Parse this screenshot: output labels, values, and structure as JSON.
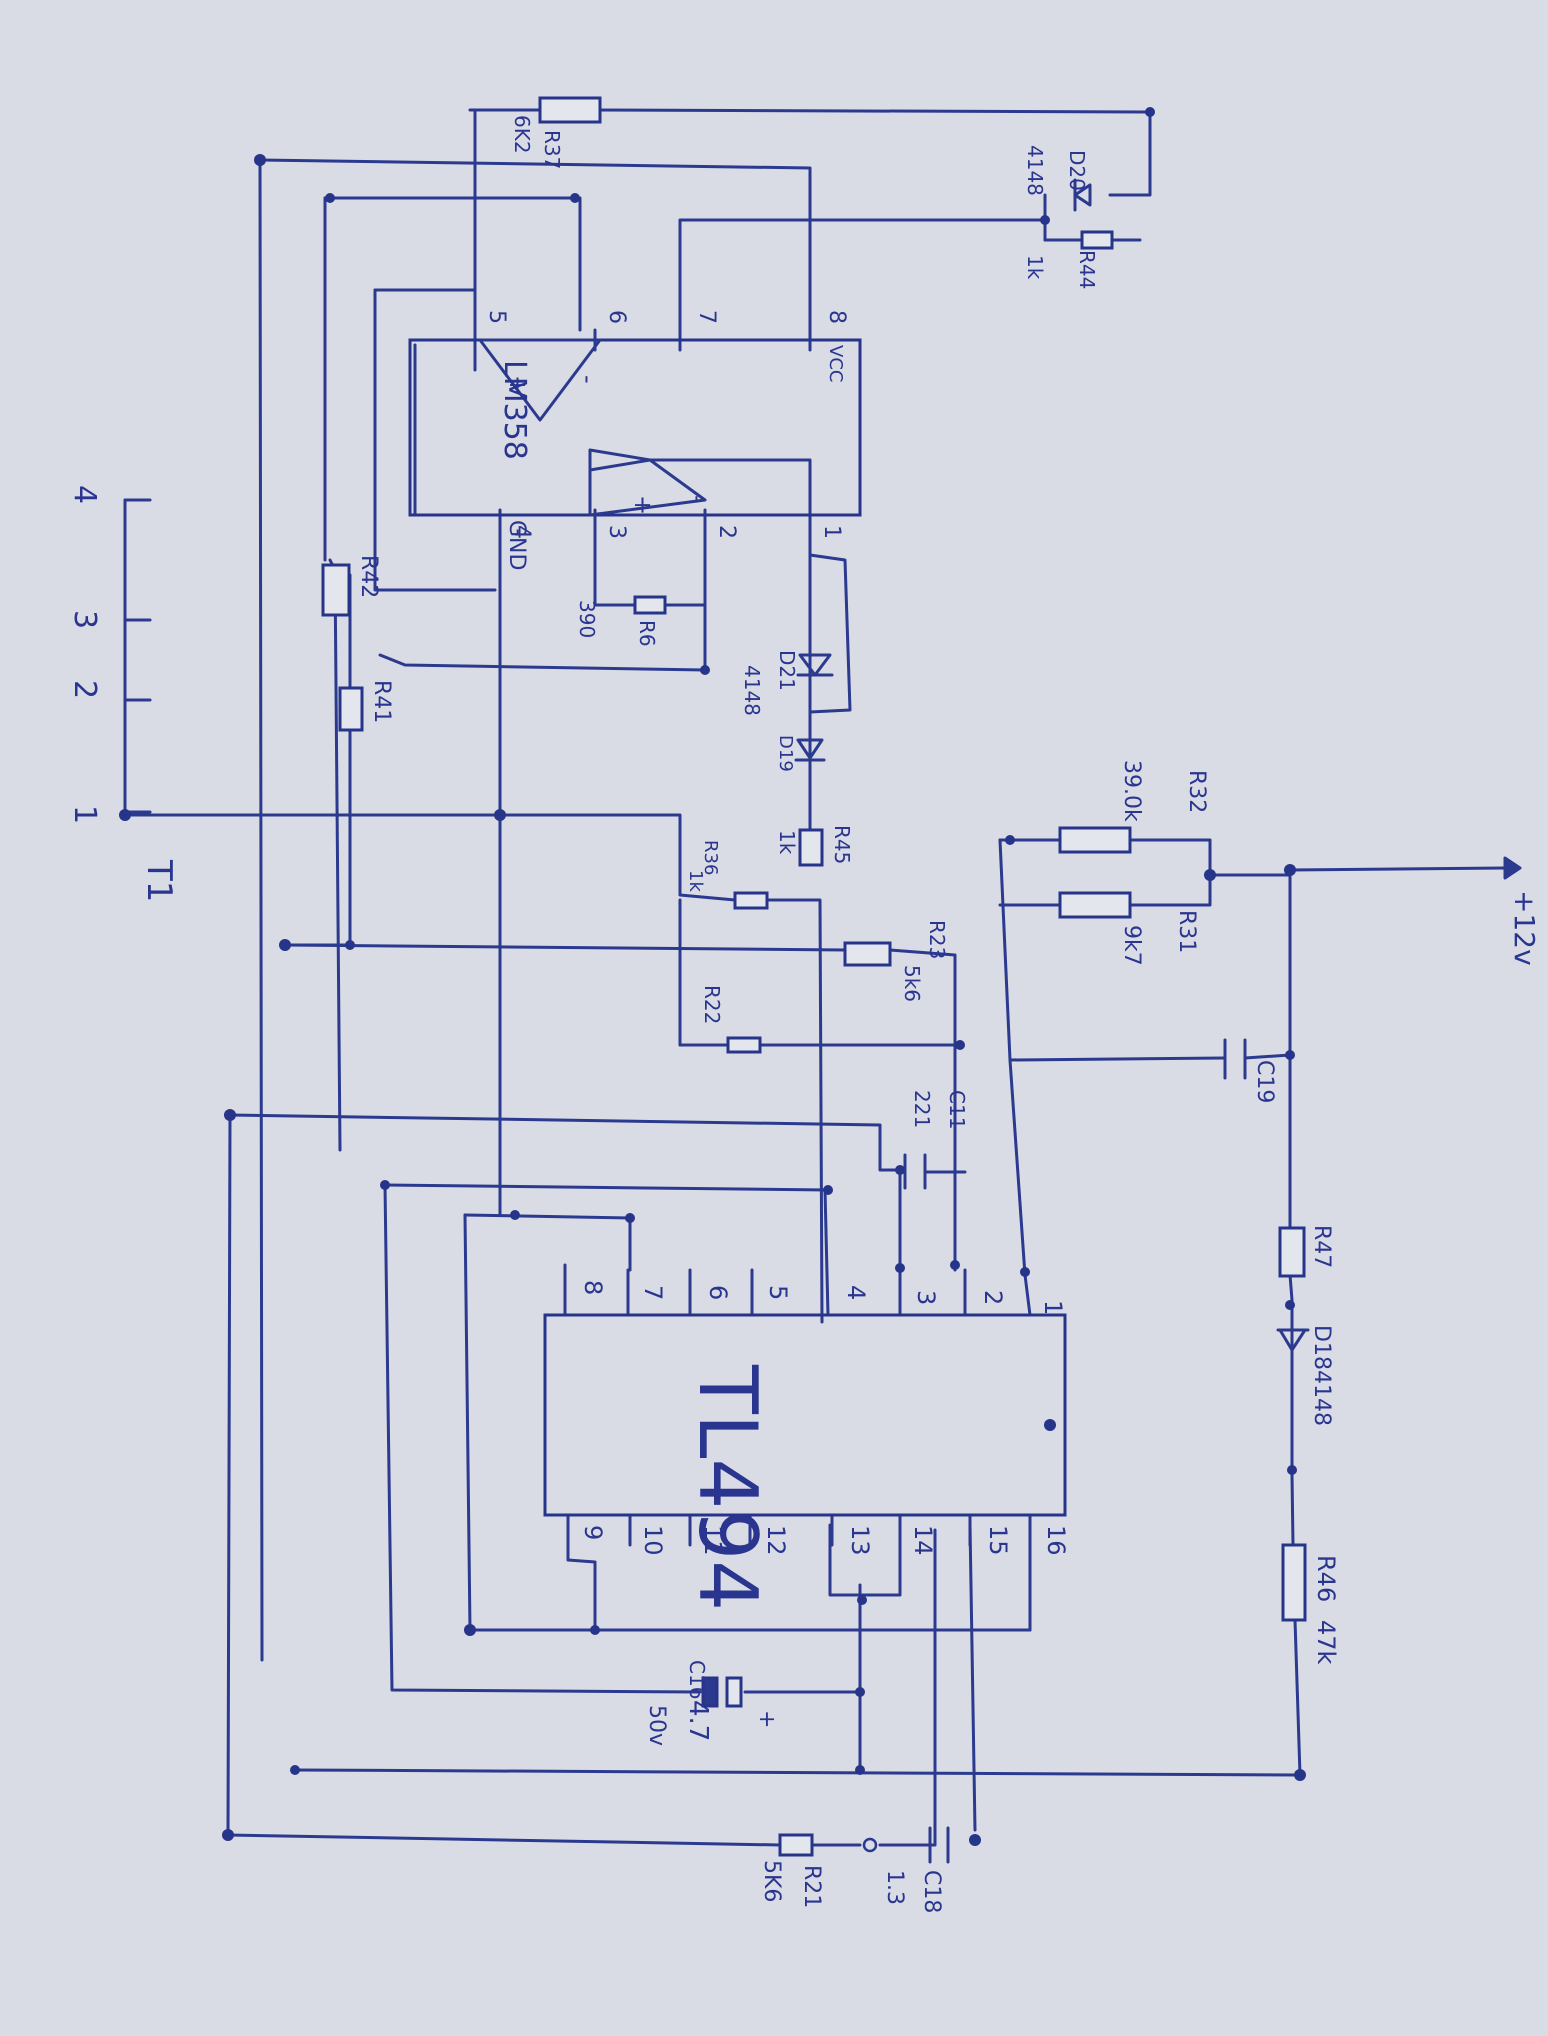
{
  "colors": {
    "paper": "#d9dce4",
    "ink": "#2b3a8f"
  },
  "ics": {
    "tl494": {
      "name": "TL494",
      "pins": [
        "1",
        "2",
        "3",
        "4",
        "5",
        "6",
        "7",
        "8",
        "9",
        "10",
        "11",
        "12",
        "13",
        "14",
        "15",
        "16"
      ]
    },
    "lm358": {
      "name": "LM358",
      "vcc": "VCC",
      "gnd": "GND",
      "pins": [
        "1",
        "2",
        "3",
        "4",
        "5",
        "6",
        "7",
        "8"
      ],
      "plus": "+",
      "minus": "-"
    }
  },
  "components": {
    "r37": {
      "ref": "R37",
      "value": "6K2"
    },
    "d20": {
      "ref": "D20",
      "value": "4148"
    },
    "r44": {
      "ref": "R44",
      "value": "1k"
    },
    "r42": {
      "ref": "R42"
    },
    "r41": {
      "ref": "R41"
    },
    "r6": {
      "ref": "R6",
      "value": "390"
    },
    "d21": {
      "ref": "D21",
      "value": "4148"
    },
    "d19": {
      "ref": "D19"
    },
    "r45": {
      "ref": "R45",
      "value": "1k"
    },
    "r36": {
      "ref": "R36",
      "value": "1k"
    },
    "r22": {
      "ref": "R22"
    },
    "r23": {
      "ref": "R23",
      "value": "5k6"
    },
    "r32": {
      "ref": "R32",
      "value": "39.0k"
    },
    "r31": {
      "ref": "R31",
      "value": "9k7"
    },
    "c19": {
      "ref": "C19"
    },
    "c11": {
      "ref": "C11",
      "value": "221"
    },
    "r47": {
      "ref": "R47"
    },
    "d18": {
      "ref": "D18",
      "value": "4148"
    },
    "r46": {
      "ref": "R46",
      "value": "47k"
    },
    "c16": {
      "ref": "C16",
      "value": "4.7",
      "voltage": "50v"
    },
    "r21": {
      "ref": "R21",
      "value": "5K6"
    },
    "c18": {
      "ref": "C18",
      "value": "1.3"
    }
  },
  "connector": {
    "ref": "T1",
    "pins": [
      "1",
      "2",
      "3",
      "4"
    ]
  },
  "supply": {
    "label": "+12v"
  }
}
